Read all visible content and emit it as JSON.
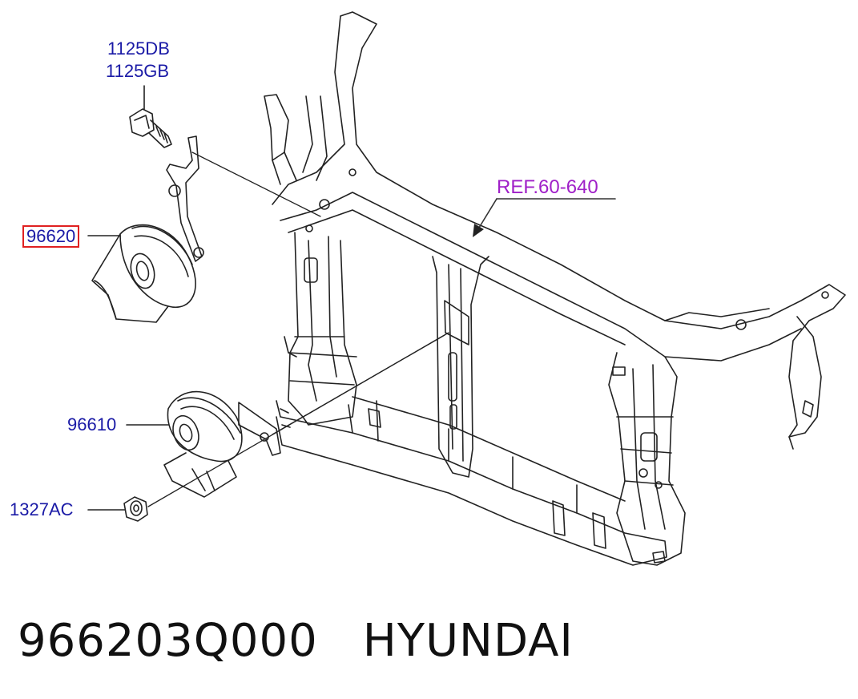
{
  "callouts": {
    "bolt_1": "1125DB",
    "bolt_2": "1125GB",
    "ref": "REF.60-640",
    "horn_high": "96620",
    "horn_low": "96610",
    "nut": "1327AC"
  },
  "caption": {
    "part_number": "966203Q000",
    "brand": "HYUNDAI"
  },
  "colors": {
    "callout_text": "#1a1aa6",
    "ref_text": "#a020c8",
    "highlight_box": "#e02020",
    "line_art": "#222222"
  }
}
